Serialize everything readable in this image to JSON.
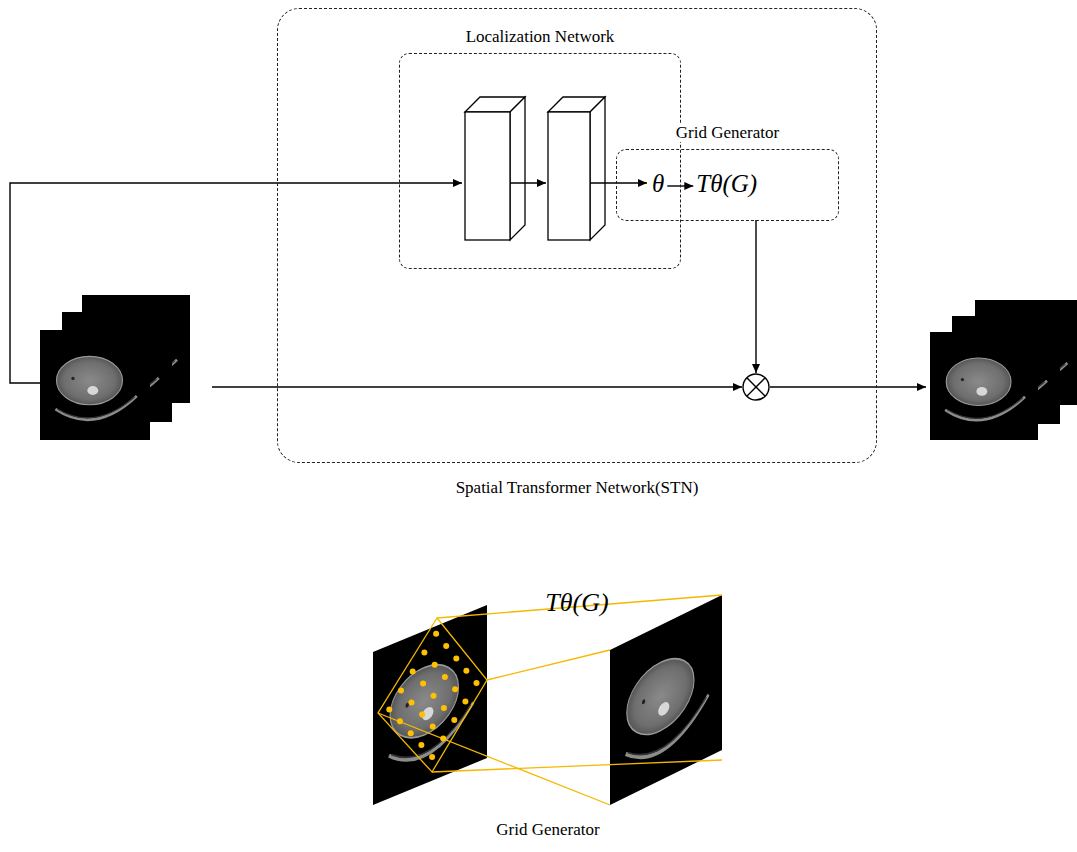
{
  "diagram": {
    "nodes": [
      {
        "text": [
          "Spatial Transformer Network(STN)"
        ]
      },
      {
        "text": [
          "Localization Network"
        ],
        "in": 0
      },
      {
        "text": [
          "Grid Generator",
          "θ",
          "Tθ(G)"
        ],
        "in": 0
      }
    ],
    "labels": [
      "Tθ(G)",
      "Grid Generator"
    ]
  }
}
